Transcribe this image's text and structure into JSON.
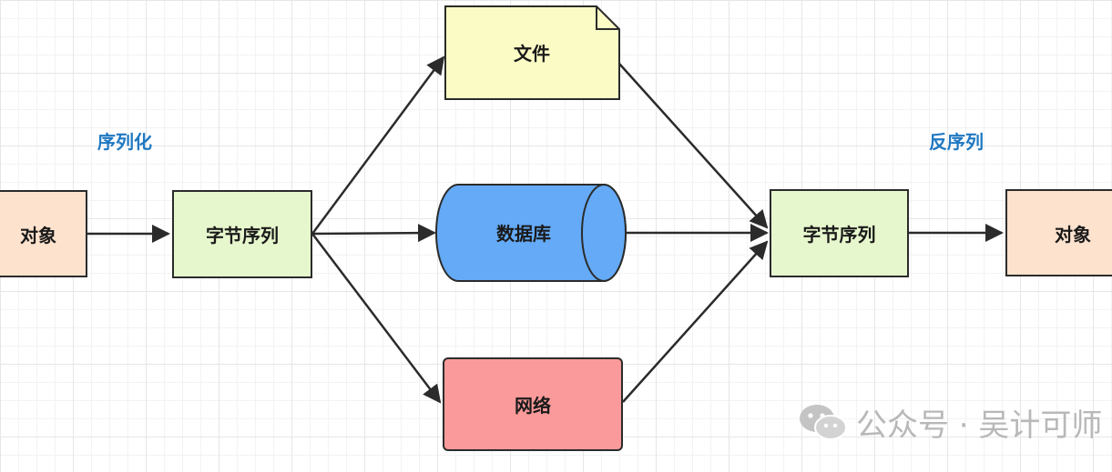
{
  "labels": {
    "serialize": "序列化",
    "deserialize": "反序列"
  },
  "nodes": {
    "object_left": "对象",
    "bytes_left": "字节序列",
    "file": "文件",
    "database": "数据库",
    "network": "网络",
    "bytes_right": "字节序列",
    "object_right": "对象"
  },
  "watermark": {
    "text": "公众号 · 吴计可师",
    "icon": "wechat-icon"
  },
  "colors": {
    "object_fill": "#fde2cd",
    "bytes_fill": "#e7f7cd",
    "file_fill": "#fbfbc6",
    "database_fill": "#64aaf6",
    "network_fill": "#fb9a9a",
    "label_blue": "#1f78c1",
    "stroke": "#2b2b2b"
  }
}
